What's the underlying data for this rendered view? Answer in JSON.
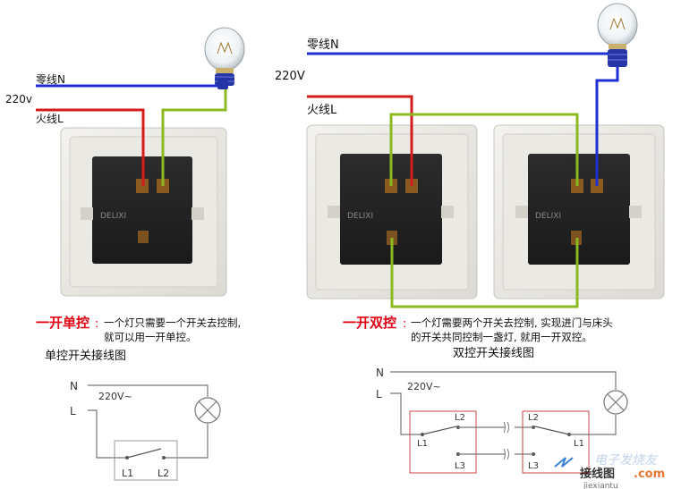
{
  "photo": {
    "left_neutral": "零线N",
    "left_voltage": "220v",
    "left_live": "火线L",
    "right_neutral": "零线N",
    "right_voltage": "220V",
    "right_live": "火线L",
    "brand": "DELIXI"
  },
  "captions": {
    "single_title": "一开单控",
    "single_colon": ":",
    "single_desc_1": "一个灯只需要一个开关去控制,",
    "single_desc_2": "就可以用一开单控。",
    "double_title": "一开双控",
    "double_colon": ":",
    "double_desc_1": "一个灯需要两个开关去控制, 实现进门与床头",
    "double_desc_2": "的开关共同控制一盏灯, 就用一开双控。"
  },
  "single_diagram": {
    "heading": "单控开关接线图",
    "N": "N",
    "L": "L",
    "voltage": "220V~",
    "L1": "L1",
    "L2": "L2"
  },
  "double_diagram": {
    "heading": "双控开关接线图",
    "N": "N",
    "L": "L",
    "voltage": "220V~",
    "a_L2": "L2",
    "a_L1": "L1",
    "a_L3": "L3",
    "b_L2": "L2",
    "b_L1": "L1",
    "b_L3": "L3"
  },
  "watermark": {
    "text_1": "电子发烧友",
    "text_2": "接线图",
    "com": ".com",
    "url": "jiexiantu"
  },
  "colors": {
    "neutral_wire": "#1f2fd0",
    "live_wire": "#d51c1c",
    "switch_wire": "#8cb820",
    "accent_red": "#e00010"
  }
}
